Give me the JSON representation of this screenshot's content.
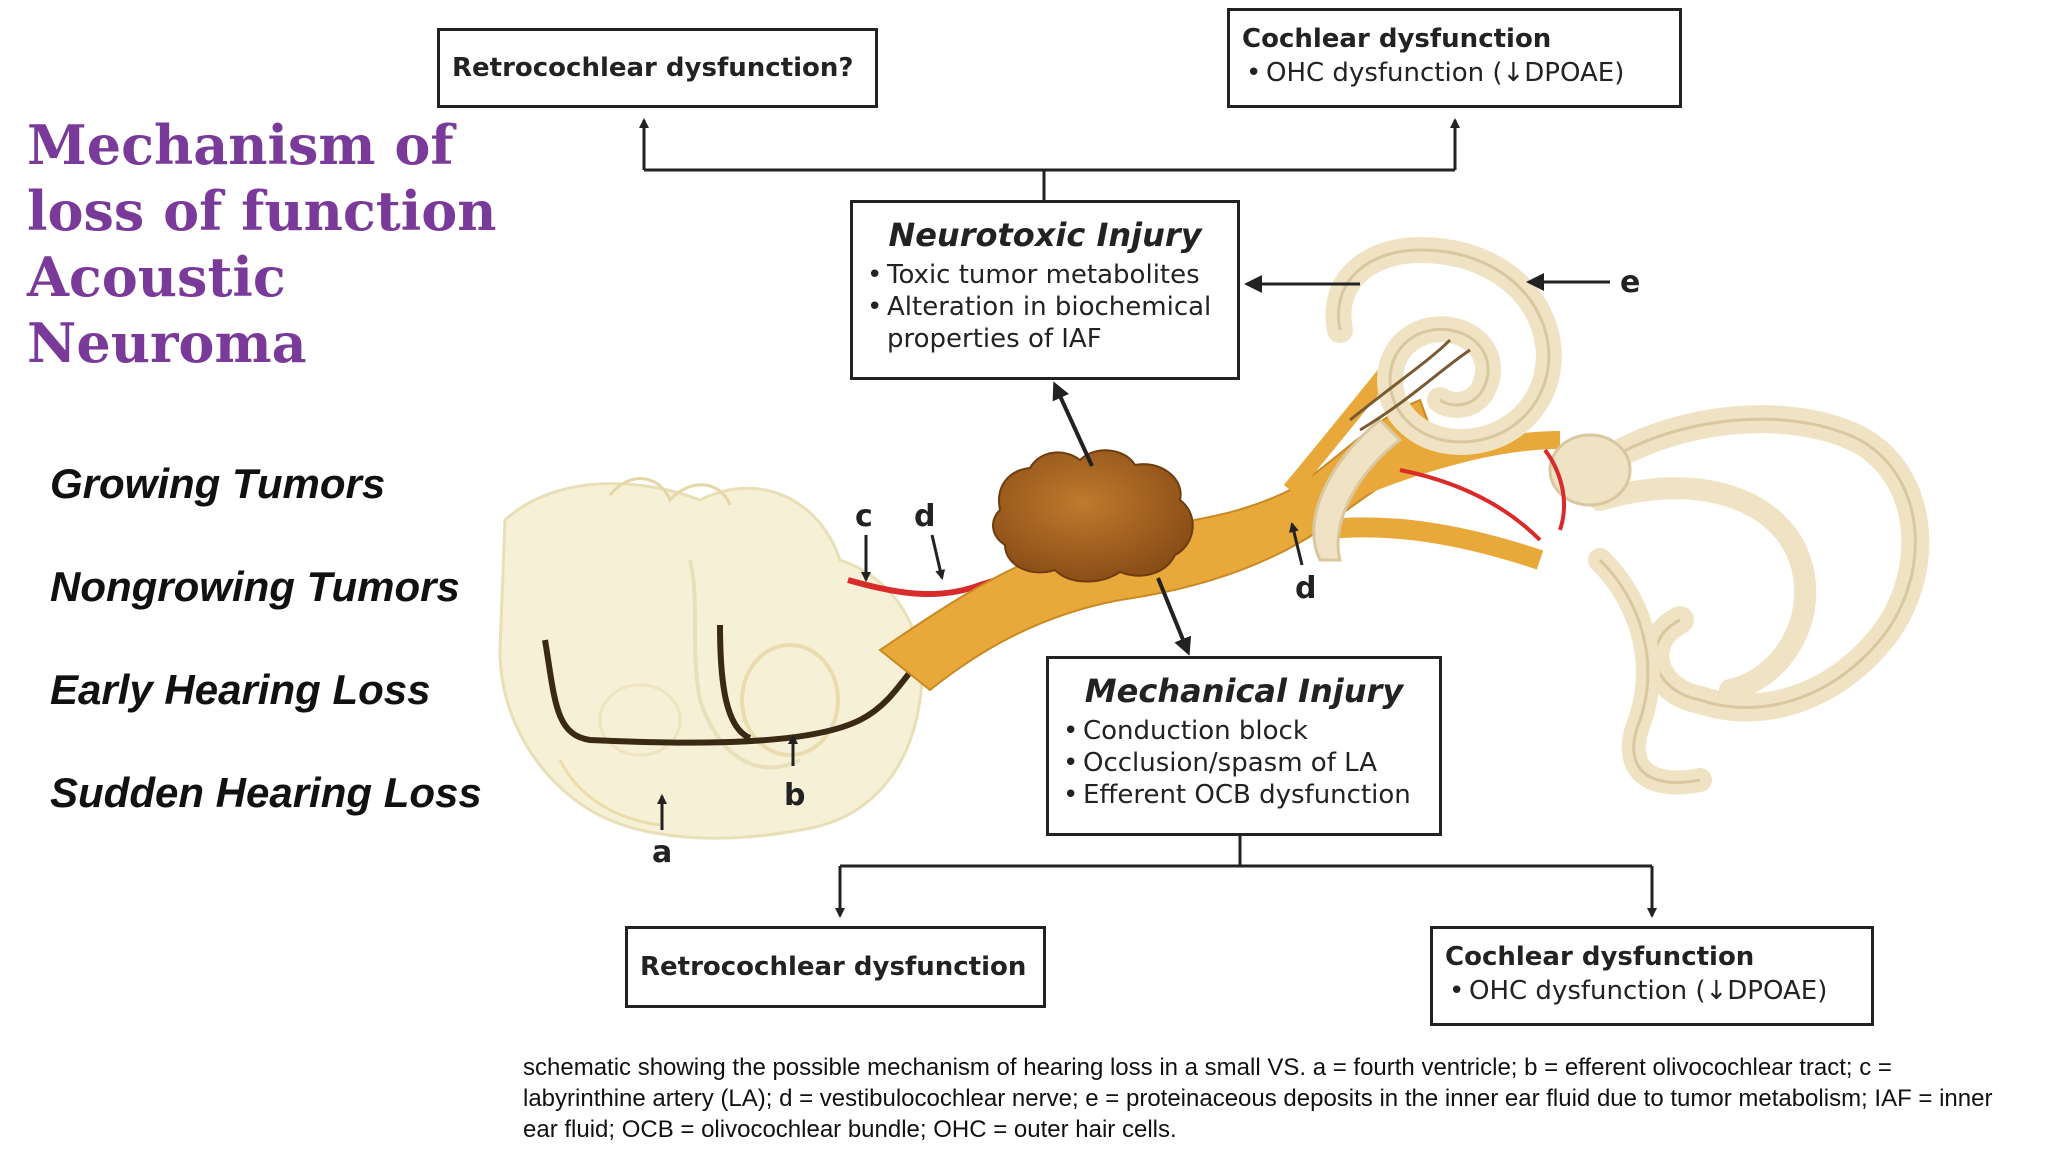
{
  "slide": {
    "title_lines": [
      "Mechanism of",
      "loss of function",
      "Acoustic",
      "Neuroma"
    ],
    "categories": [
      "Growing Tumors",
      "Nongrowing Tumors",
      "Early Hearing Loss",
      "Sudden Hearing Loss"
    ]
  },
  "diagram": {
    "top_left_box": {
      "title": "Retrocochlear dysfunction?"
    },
    "top_right_box": {
      "title": "Cochlear dysfunction",
      "items": [
        "OHC dysfunction (↓DPOAE)"
      ]
    },
    "neurotoxic_box": {
      "title": "Neurotoxic Injury",
      "items": [
        "Toxic tumor metabolites",
        "Alteration in biochemical",
        "properties of IAF"
      ]
    },
    "mechanical_box": {
      "title": "Mechanical Injury",
      "items": [
        "Conduction block",
        "Occlusion/spasm of LA",
        "Efferent OCB dysfunction"
      ]
    },
    "bottom_left_box": {
      "title": "Retrocochlear dysfunction"
    },
    "bottom_right_box": {
      "title": "Cochlear dysfunction",
      "items": [
        "OHC dysfunction (↓DPOAE)"
      ]
    },
    "labels": {
      "a": "a",
      "b": "b",
      "c": "c",
      "d1": "d",
      "d2": "d",
      "e": "e"
    }
  },
  "caption": "schematic showing the possible mechanism of hearing loss in a small VS. a = fourth ventricle; b = efferent olivocochlear tract; c = labyrinthine artery (LA); d = vestibulocochlear nerve; e = proteinaceous deposits in the inner ear fluid due to tumor metabolism; IAF = inner ear fluid; OCB = olivocochlear bundle; OHC = outer hair cells.",
  "colors": {
    "title": "#7a3a9a",
    "nerve": "#e8a93a",
    "artery": "#d92b2b",
    "tumor": "#a8641f",
    "brainstem": "#f6f0d6",
    "labyrinth": "#efe3c4"
  }
}
